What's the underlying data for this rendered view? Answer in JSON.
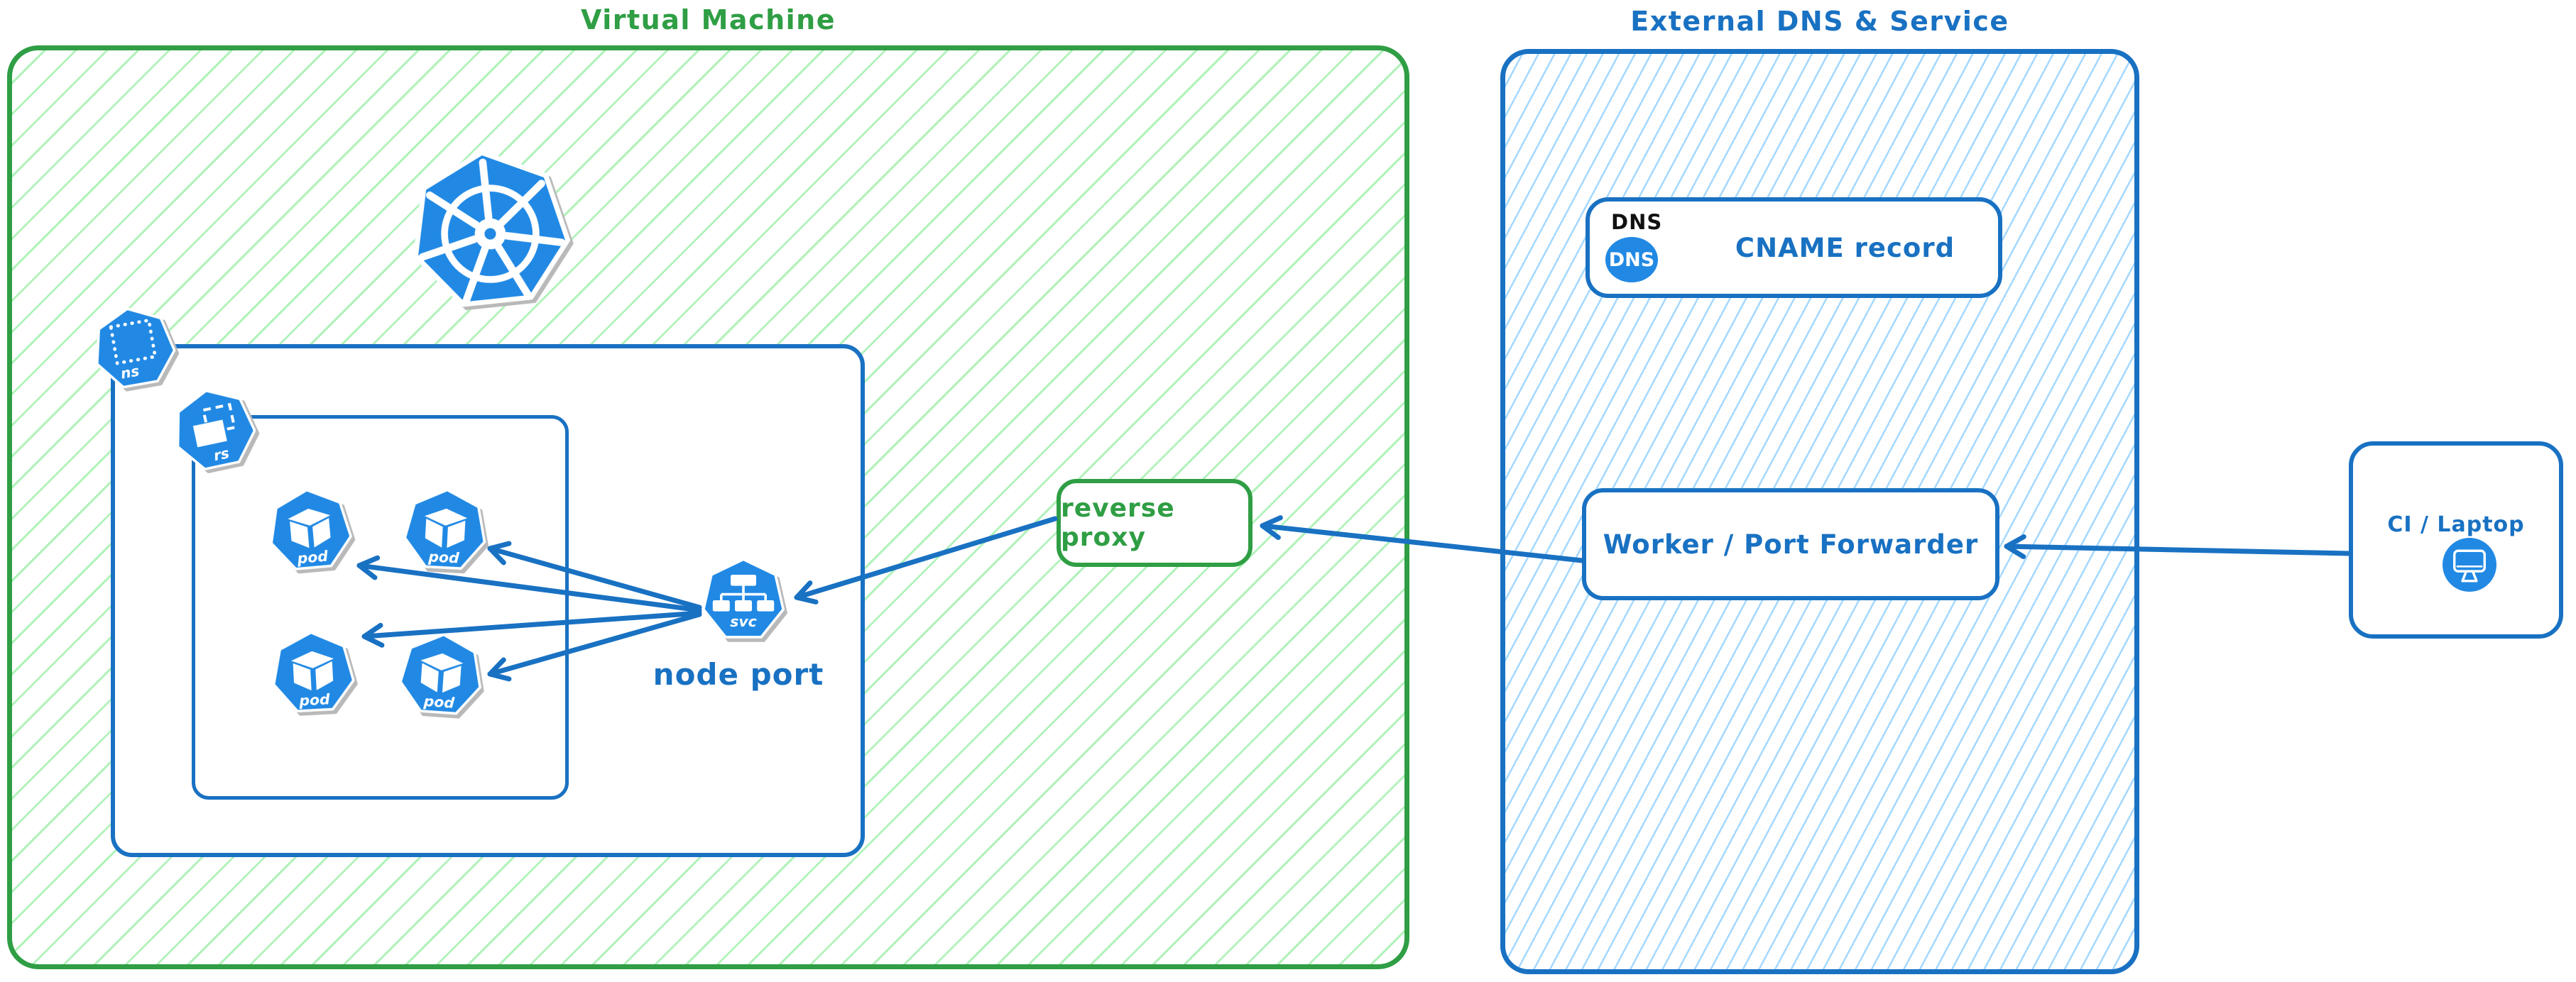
{
  "vm": {
    "title": "Virtual Machine"
  },
  "external": {
    "title": "External DNS & Service"
  },
  "icons": {
    "kubernetes": "kubernetes-logo",
    "namespace": {
      "label": "ns"
    },
    "replicaset": {
      "label": "rs"
    },
    "pods": [
      {
        "label": "pod"
      },
      {
        "label": "pod"
      },
      {
        "label": "pod"
      },
      {
        "label": "pod"
      }
    ],
    "service": {
      "label": "svc"
    },
    "dns_badge": {
      "label": "DNS"
    },
    "monitor": "monitor-icon"
  },
  "labels": {
    "node_port": "node port",
    "reverse_proxy": "reverse proxy",
    "dns_tag": "DNS",
    "cname": "CNAME record",
    "worker": "Worker / Port Forwarder",
    "ci": "CI / Laptop"
  },
  "colors": {
    "green_stroke": "#2f9e44",
    "green_hatch": "#b2f2bb",
    "blue_stroke": "#1971c2",
    "blue_hatch": "#a5d8ff",
    "icon_blue": "#2189e4",
    "black_text": "#111111",
    "white": "#ffffff"
  },
  "connections": [
    {
      "from": "service",
      "to": "pod-1"
    },
    {
      "from": "service",
      "to": "pod-2"
    },
    {
      "from": "service",
      "to": "pod-3"
    },
    {
      "from": "service",
      "to": "pod-4"
    },
    {
      "from": "reverse-proxy",
      "to": "service"
    },
    {
      "from": "worker-port-forwarder",
      "to": "reverse-proxy"
    },
    {
      "from": "ci-laptop",
      "to": "worker-port-forwarder"
    }
  ]
}
